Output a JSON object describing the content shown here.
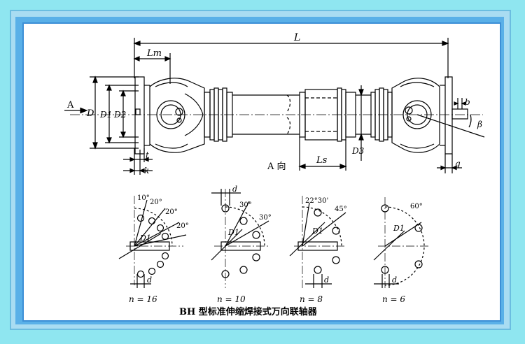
{
  "main_view": {
    "dim_L": "L",
    "dim_Lm": "Lm",
    "dim_D": "D",
    "dim_D1": "D1",
    "dim_D2": "D2",
    "dim_D3": "D3",
    "dim_Ls": "Ls",
    "dim_t": "t",
    "dim_k": "k",
    "dim_b": "b",
    "dim_g": "g",
    "dim_beta": "β",
    "arrow_label": "A",
    "view_label": "A 向"
  },
  "bolt_patterns": [
    {
      "n_label": "n = 16",
      "d_label": "d",
      "D1_label": "D1",
      "angles": [
        "10°",
        "20°",
        "20°",
        "20°"
      ]
    },
    {
      "n_label": "n = 10",
      "d_label": "d",
      "D1_label": "D1",
      "angles": [
        "30°",
        "30°"
      ]
    },
    {
      "n_label": "n = 8",
      "d_label": "d",
      "D1_label": "D1",
      "angles": [
        "22°30'",
        "45°"
      ]
    },
    {
      "n_label": "n = 6",
      "d_label": "d",
      "D1_label": "D1",
      "angles": [
        "60°"
      ]
    }
  ],
  "caption": "BH 型标准伸缩焊接式万向联轴器"
}
